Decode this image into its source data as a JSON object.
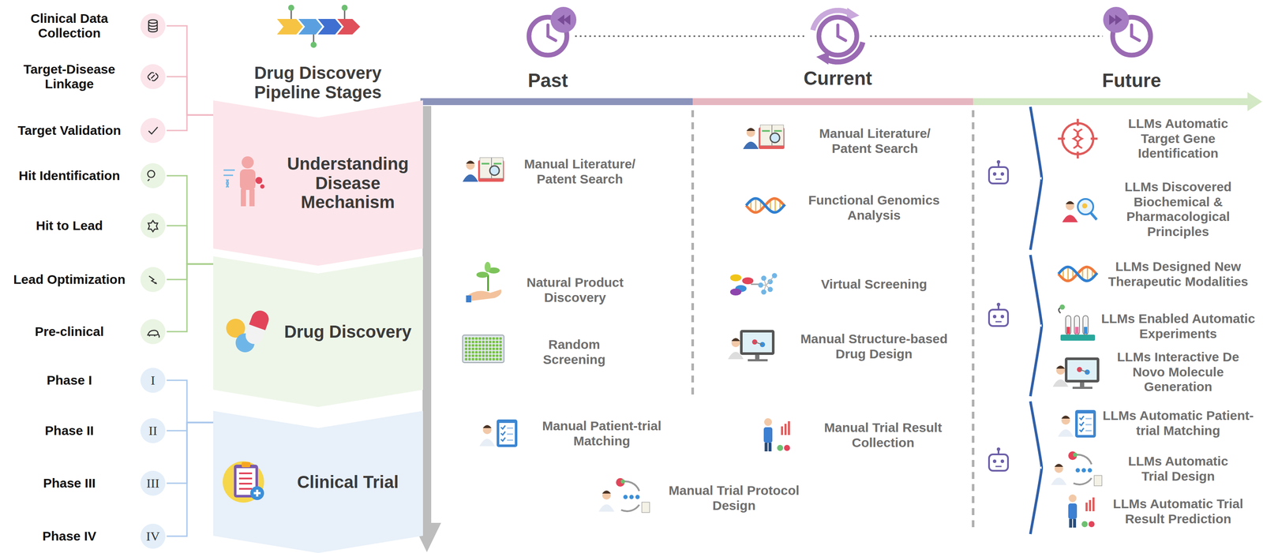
{
  "diagram": {
    "nodes": [
      {
        "text": [
          "Clinical Data Collection"
        ]
      },
      {
        "text": [
          "Target-Disease Linkage"
        ]
      },
      {
        "text": [
          "Target Validation"
        ]
      },
      {
        "text": [
          "Hit Identification"
        ]
      },
      {
        "text": [
          "Hit to Lead"
        ]
      },
      {
        "text": [
          "Lead Optimization"
        ]
      },
      {
        "text": [
          "Pre-clinical"
        ]
      },
      {
        "text": [
          "Phase I",
          "I"
        ]
      },
      {
        "text": [
          "Phase II",
          "II"
        ]
      },
      {
        "text": [
          "Phase III",
          "III"
        ]
      },
      {
        "text": [
          "Phase IV",
          "IV"
        ]
      },
      {
        "text": [
          "Understanding Disease Mechanism"
        ]
      },
      {
        "text": [
          "Drug Discovery"
        ]
      },
      {
        "text": [
          "Clinical Trial"
        ]
      }
    ],
    "edges": [
      {
        "from": 0,
        "to": 11,
        "arrow": "none"
      },
      {
        "from": 1,
        "to": 11,
        "arrow": "none"
      },
      {
        "from": 2,
        "to": 11,
        "arrow": "none"
      },
      {
        "from": 3,
        "to": 12,
        "arrow": "none"
      },
      {
        "from": 4,
        "to": 12,
        "arrow": "none"
      },
      {
        "from": 5,
        "to": 12,
        "arrow": "none"
      },
      {
        "from": 6,
        "to": 12,
        "arrow": "none"
      },
      {
        "from": 7,
        "to": 13,
        "arrow": "none"
      },
      {
        "from": 8,
        "to": 13,
        "arrow": "none"
      },
      {
        "from": 9,
        "to": 13,
        "arrow": "none"
      },
      {
        "from": 10,
        "to": 13,
        "arrow": "none"
      }
    ],
    "labels": [
      "Drug Discovery Pipeline Stages",
      "Past",
      "Current",
      "Future",
      "Manual Literature/ Patent Search",
      "Natural Product Discovery",
      "Random Screening",
      "Manual Patient-trial Matching",
      "Manual Trial Protocol Design",
      "Manual Literature/ Patent Search",
      "Functional Genomics Analysis",
      "Virtual Screening",
      "Manual Structure-based Drug Design",
      "Manual Trial Result Collection",
      "LLMs Automatic Target Gene Identification",
      "LLMs Discovered Biochemical & Pharmacological Principles",
      "LLMs Designed New Therapeutic Modalities",
      "LLMs Enabled Automatic Experiments",
      "LLMs Interactive De Novo Molecule Generation",
      "LLMs Automatic Patient-trial Matching",
      "LLMs Automatic Trial Design",
      "LLMs Automatic Trial Result Prediction"
    ]
  }
}
